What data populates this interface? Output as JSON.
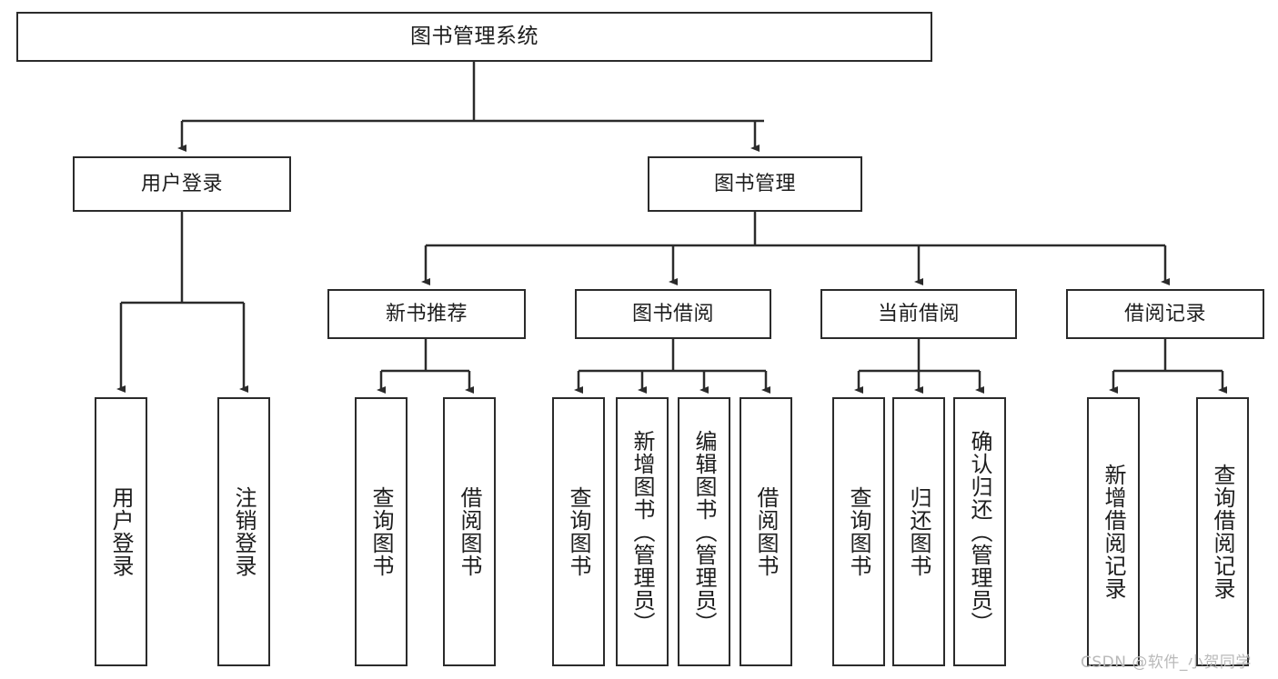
{
  "diagram": {
    "title": "图书管理系统",
    "type": "tree-hierarchy-chart",
    "orientation": "top-down",
    "colors": {
      "background": "#ffffff",
      "stroke": "#2b2b2b",
      "text": "#1d1d1d",
      "watermark": "#b9b9b9"
    },
    "watermark": "CSDN @软件_小贺同学"
  },
  "nodes": {
    "root": {
      "label": "图书管理系统"
    },
    "level1": [
      {
        "label": "用户登录"
      },
      {
        "label": "图书管理"
      }
    ],
    "level2": [
      {
        "label": "新书推荐"
      },
      {
        "label": "图书借阅"
      },
      {
        "label": "当前借阅"
      },
      {
        "label": "借阅记录"
      }
    ],
    "leaves": {
      "user_login": [
        {
          "label": "用户登录"
        },
        {
          "label": "注销登录"
        }
      ],
      "new_book_recommend": [
        {
          "label": "查询图书"
        },
        {
          "label": "借阅图书"
        }
      ],
      "book_borrow": [
        {
          "label": "查询图书"
        },
        {
          "label": "新增图书（管理员）"
        },
        {
          "label": "编辑图书（管理员）"
        },
        {
          "label": "借阅图书"
        }
      ],
      "current_borrow": [
        {
          "label": "查询图书"
        },
        {
          "label": "归还图书"
        },
        {
          "label": "确认归还（管理员）"
        }
      ],
      "borrow_record": [
        {
          "label": "新增借阅记录"
        },
        {
          "label": "查询借阅记录"
        }
      ]
    }
  },
  "chart_data": {
    "type": "table",
    "title": "图书管理系统 功能结构图",
    "hierarchy": [
      {
        "name": "图书管理系统",
        "children": [
          {
            "name": "用户登录",
            "children": [
              {
                "name": "用户登录"
              },
              {
                "name": "注销登录"
              }
            ]
          },
          {
            "name": "图书管理",
            "children": [
              {
                "name": "新书推荐",
                "children": [
                  {
                    "name": "查询图书"
                  },
                  {
                    "name": "借阅图书"
                  }
                ]
              },
              {
                "name": "图书借阅",
                "children": [
                  {
                    "name": "查询图书"
                  },
                  {
                    "name": "新增图书（管理员）"
                  },
                  {
                    "name": "编辑图书（管理员）"
                  },
                  {
                    "name": "借阅图书"
                  }
                ]
              },
              {
                "name": "当前借阅",
                "children": [
                  {
                    "name": "查询图书"
                  },
                  {
                    "name": "归还图书"
                  },
                  {
                    "name": "确认归还（管理员）"
                  }
                ]
              },
              {
                "name": "借阅记录",
                "children": [
                  {
                    "name": "新增借阅记录"
                  },
                  {
                    "name": "查询借阅记录"
                  }
                ]
              }
            ]
          }
        ]
      }
    ]
  }
}
